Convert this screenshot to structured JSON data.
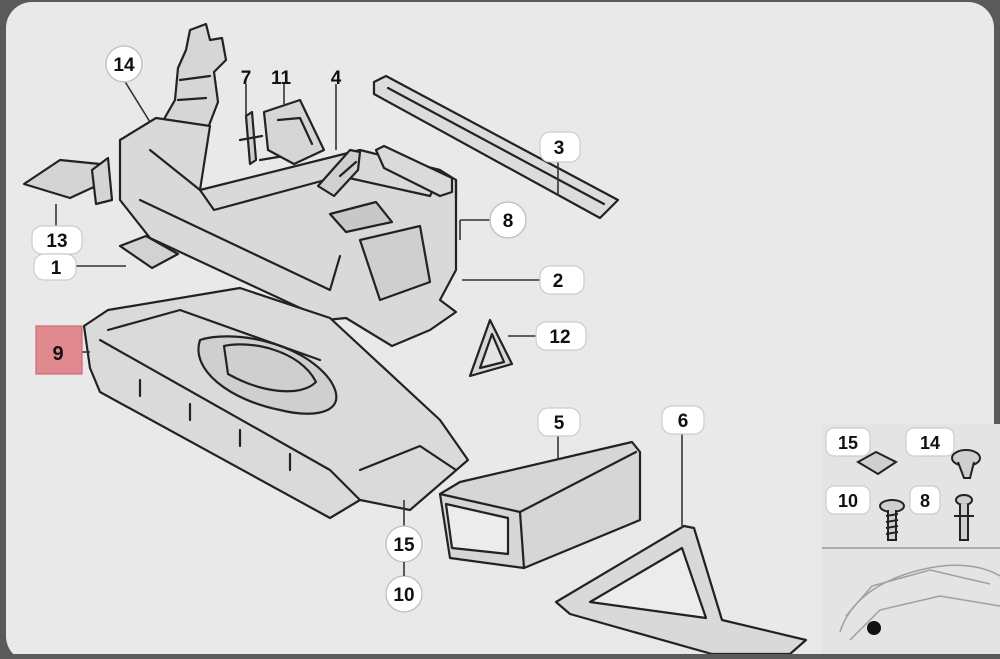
{
  "diagram": {
    "callouts": [
      {
        "id": "c14top",
        "label": "14"
      },
      {
        "id": "c7",
        "label": "7"
      },
      {
        "id": "c11",
        "label": "11"
      },
      {
        "id": "c4",
        "label": "4"
      },
      {
        "id": "c3",
        "label": "3"
      },
      {
        "id": "c8",
        "label": "8"
      },
      {
        "id": "c13",
        "label": "13"
      },
      {
        "id": "c1",
        "label": "1"
      },
      {
        "id": "c2",
        "label": "2"
      },
      {
        "id": "c9",
        "label": "9"
      },
      {
        "id": "c12",
        "label": "12"
      },
      {
        "id": "c5",
        "label": "5"
      },
      {
        "id": "c6",
        "label": "6"
      },
      {
        "id": "c15",
        "label": "15"
      },
      {
        "id": "c10",
        "label": "10"
      }
    ],
    "inset_labels": [
      "15",
      "14",
      "10",
      "8"
    ],
    "highlight_color": "#e08a90"
  }
}
